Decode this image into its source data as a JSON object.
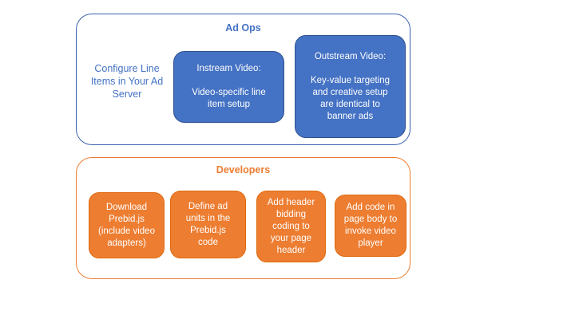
{
  "diagram": {
    "ad_ops": {
      "title": "Ad Ops",
      "note": "Configure Line\nItems in Your Ad\nServer",
      "boxes": [
        {
          "text": "Instream Video:\n\nVideo-specific line\nitem setup"
        },
        {
          "text": "Outstream Video:\n\nKey-value targeting\nand creative setup\nare identical to\nbanner ads"
        }
      ]
    },
    "developers": {
      "title": "Developers",
      "boxes": [
        {
          "text": "Download\nPrebid.js\n(include video\nadapters)"
        },
        {
          "text": "Define ad\nunits in the\nPrebid.js\ncode"
        },
        {
          "text": "Add header\nbidding\ncoding to\nyour page\nheader"
        },
        {
          "text": "Add code in\npage body to\ninvoke video\nplayer"
        }
      ]
    },
    "colors": {
      "blue_fill": "#4472C4",
      "blue_border": "#2F528F",
      "blue_text": "#4472C4",
      "orange_fill": "#ED7D31",
      "orange_border": "#DE6B10",
      "box_text": "#FFFFFF",
      "background": "#FFFFFF"
    }
  }
}
